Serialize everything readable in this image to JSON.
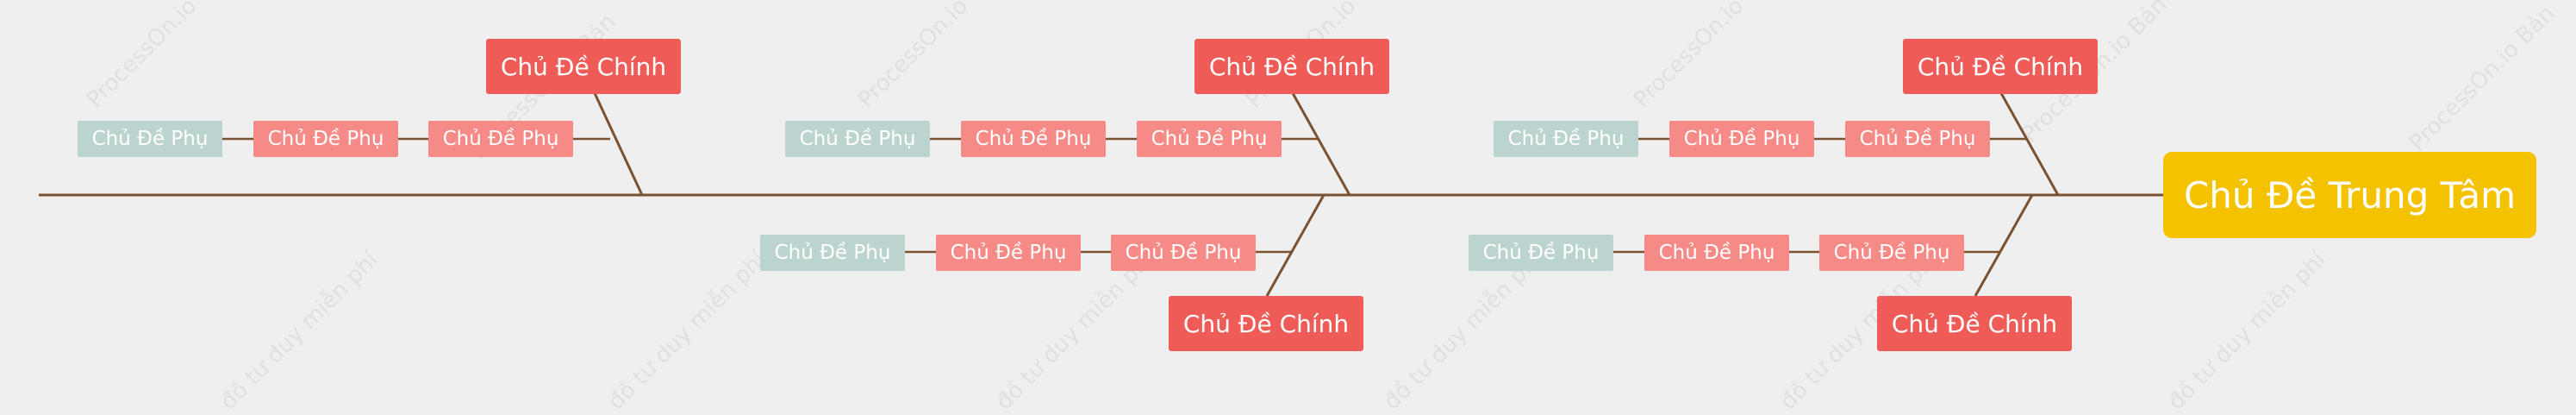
{
  "center": {
    "label": "Chủ Đề Trung Tâm"
  },
  "branches": [
    {
      "position": "top",
      "main": "Chủ Đề Chính",
      "subtopics": [
        "Chủ Đề Phụ",
        "Chủ Đề Phụ",
        "Chủ Đề Phụ"
      ]
    },
    {
      "position": "top",
      "main": "Chủ Đề Chính",
      "subtopics": [
        "Chủ Đề Phụ",
        "Chủ Đề Phụ",
        "Chủ Đề Phụ"
      ]
    },
    {
      "position": "top",
      "main": "Chủ Đề Chính",
      "subtopics": [
        "Chủ Đề Phụ",
        "Chủ Đề Phụ",
        "Chủ Đề Phụ"
      ]
    },
    {
      "position": "bottom",
      "main": "Chủ Đề Chính",
      "subtopics": [
        "Chủ Đề Phụ",
        "Chủ Đề Phụ",
        "Chủ Đề Phụ"
      ]
    },
    {
      "position": "bottom",
      "main": "Chủ Đề Chính",
      "subtopics": [
        "Chủ Đề Phụ",
        "Chủ Đề Phụ",
        "Chủ Đề Phụ"
      ]
    }
  ],
  "watermarks": [
    "ProcessOn.io Bản",
    "đồ tư duy miễn phí",
    "ProcessOn.io Bản",
    "đồ tư duy miễn phí",
    "ProcessOn.io Bản",
    "đồ tư duy miễn phí",
    "ProcessOn.io Bản",
    "đồ tư duy miễn phí",
    "ProcessOn.io Bản",
    "đồ tư duy miễn phí",
    "ProcessOn.io Bản",
    "đồ tư duy miễn phí",
    "ProcessOn.io Bản"
  ],
  "colors": {
    "background": "#efefef",
    "center": "#f5c200",
    "main_topic": "#ef5b57",
    "subtopic": "#f58a86",
    "subtopic_first": "#bcd4cf",
    "line": "#7a5230"
  }
}
